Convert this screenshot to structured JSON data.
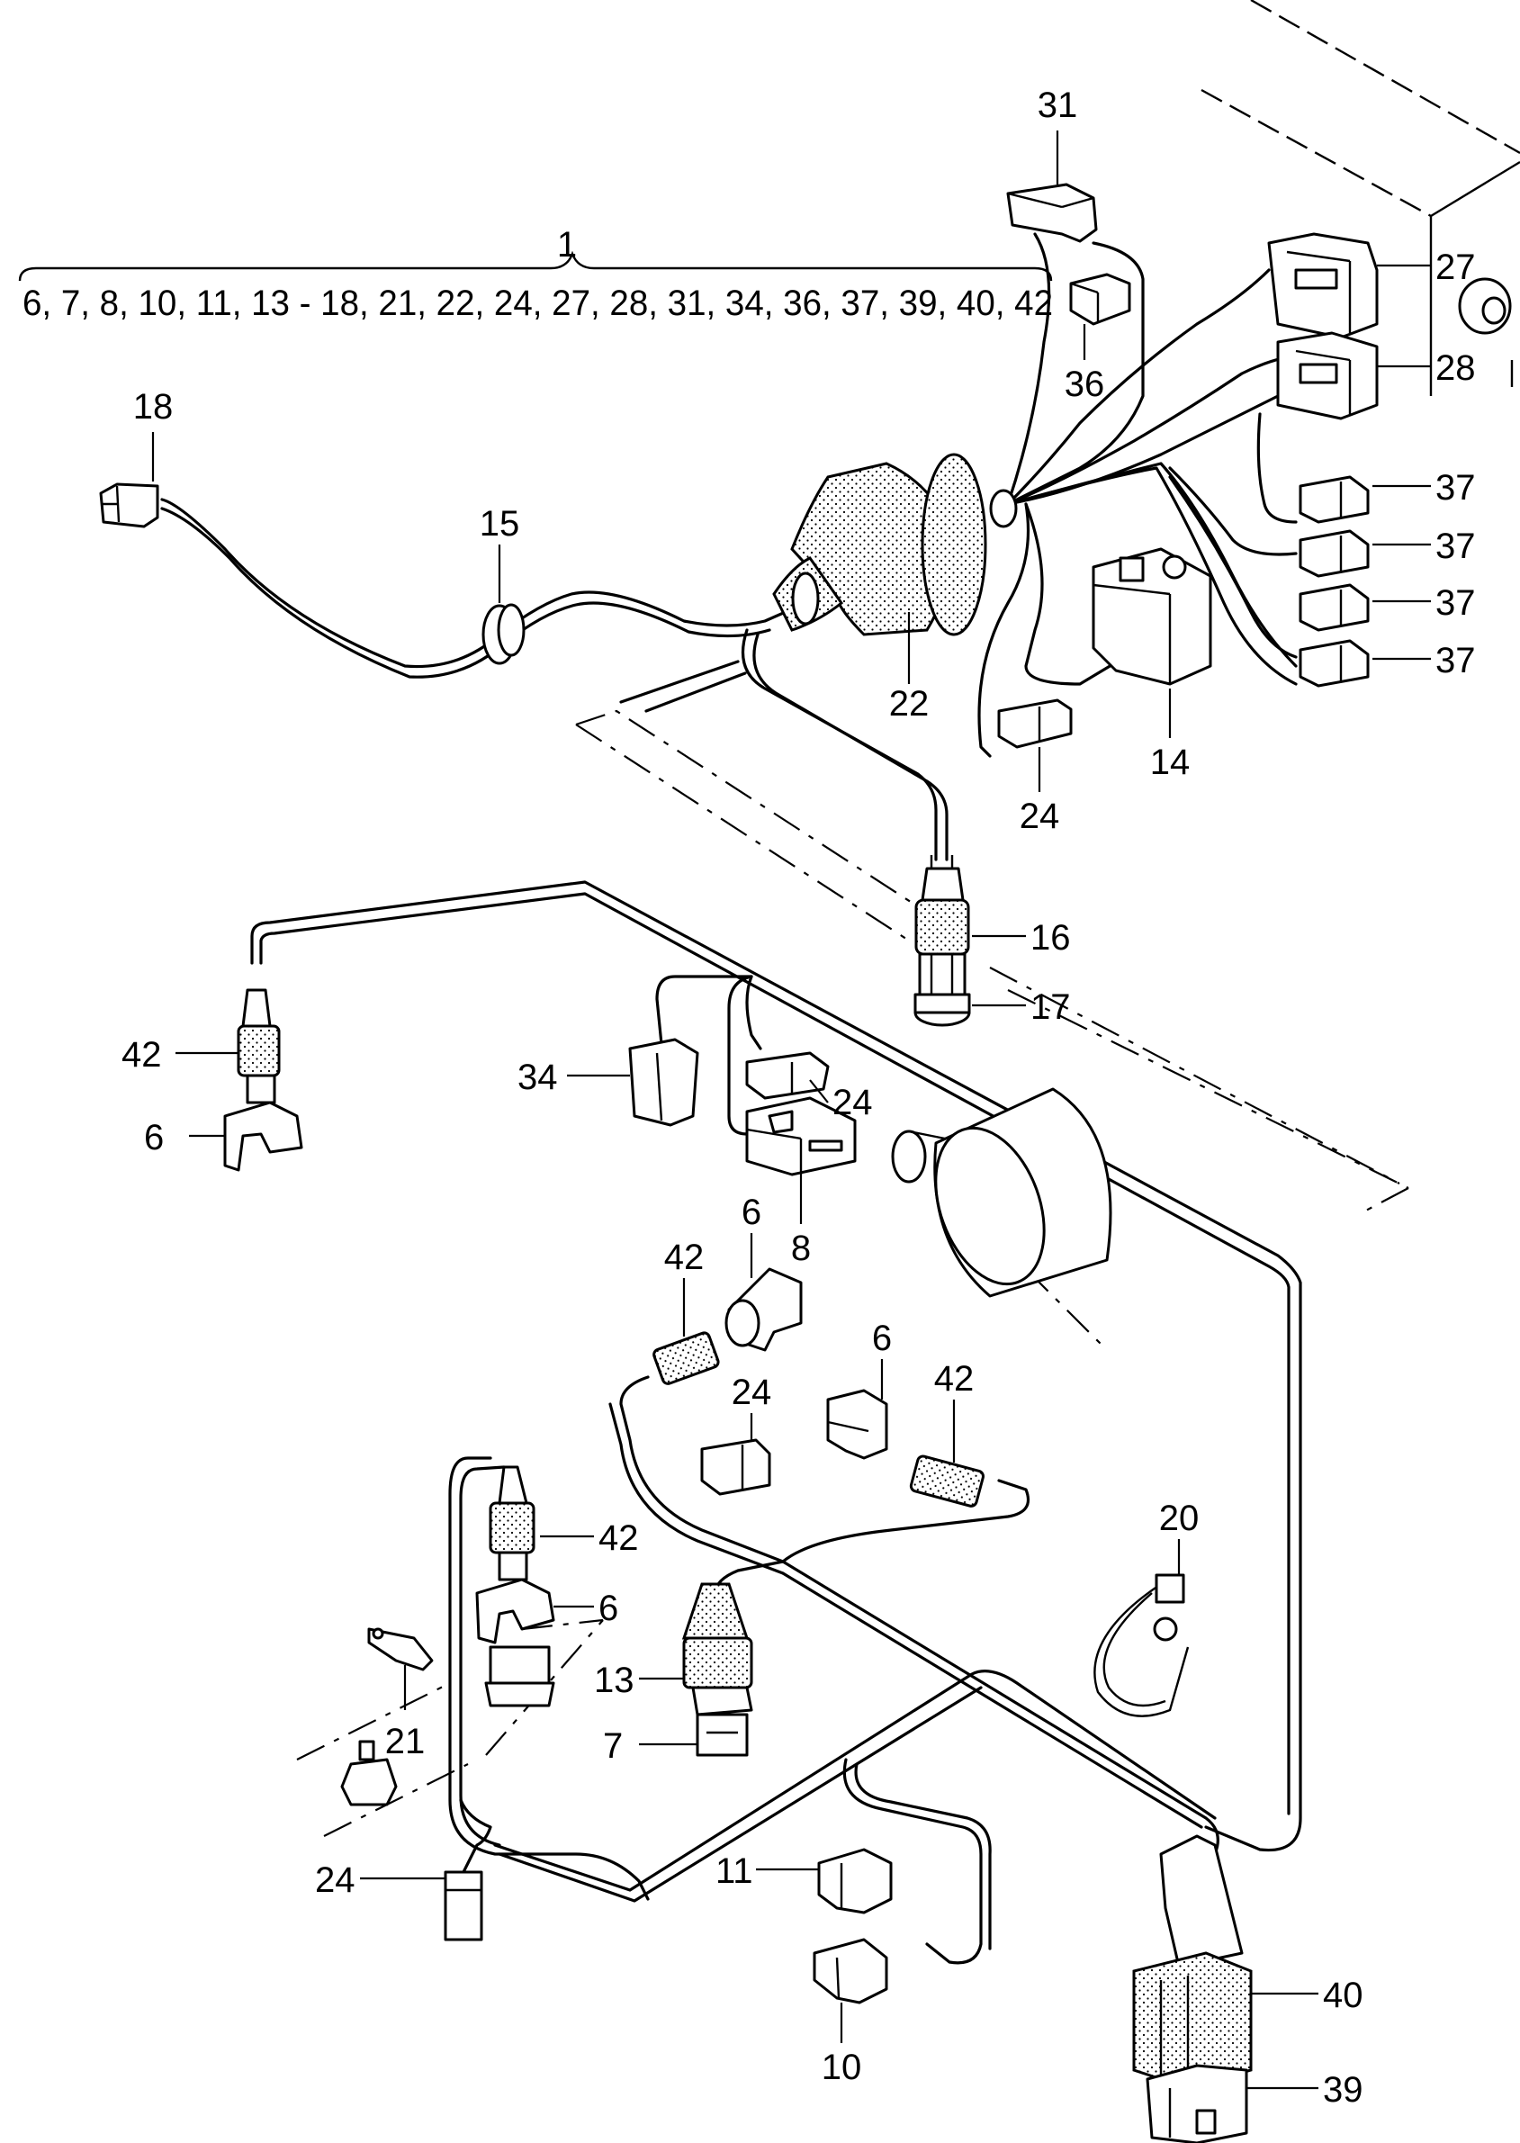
{
  "diagram": {
    "assembly_number": "1",
    "assembly_contents": "6, 7, 8, 10, 11, 13 - 18, 21, 22, 24, 27, 28, 31, 34, 36, 37, 39, 40, 42",
    "callouts": {
      "c31": "31",
      "c36": "36",
      "c27": "27",
      "c28": "28",
      "c37a": "37",
      "c37b": "37",
      "c37c": "37",
      "c37d": "37",
      "c18": "18",
      "c15": "15",
      "c22": "22",
      "c14": "14",
      "c24a": "24",
      "c16": "16",
      "c17": "17",
      "c42a": "42",
      "c6a": "6",
      "c34": "34",
      "c24b": "24",
      "c8": "8",
      "c6b": "6",
      "c42b": "42",
      "c6c": "6",
      "c42c": "42",
      "c24c": "24",
      "c20": "20",
      "c42d": "42",
      "c6d": "6",
      "c13": "13",
      "c21": "21",
      "c7": "7",
      "c24d": "24",
      "c11": "11",
      "c10": "10",
      "c40": "40",
      "c39": "39"
    }
  }
}
